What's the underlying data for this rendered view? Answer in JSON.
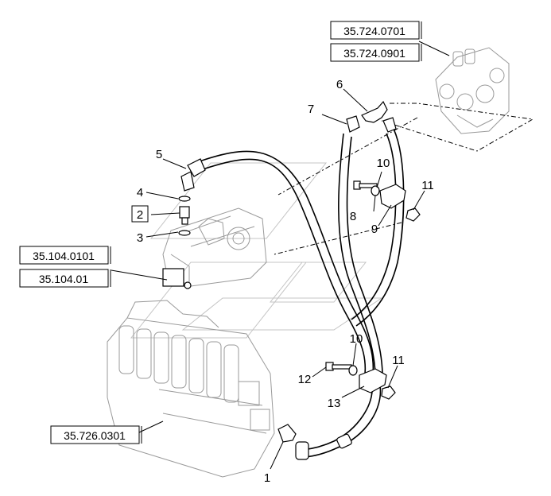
{
  "references": {
    "top_right_1": "35.724.0701",
    "top_right_2": "35.724.0901",
    "left_1": "35.104.0101",
    "left_2": "35.104.01",
    "bottom_left": "35.726.0301"
  },
  "callouts": {
    "n1": "1",
    "n2": "2",
    "n3": "3",
    "n4": "4",
    "n5": "5",
    "n6": "6",
    "n7": "7",
    "n8": "8",
    "n9": "9",
    "n10a": "10",
    "n10b": "10",
    "n11a": "11",
    "n11b": "11",
    "n12": "12",
    "n13": "13"
  },
  "colors": {
    "line": "#000000",
    "ghost": "#c4c4c4",
    "background": "#ffffff"
  }
}
